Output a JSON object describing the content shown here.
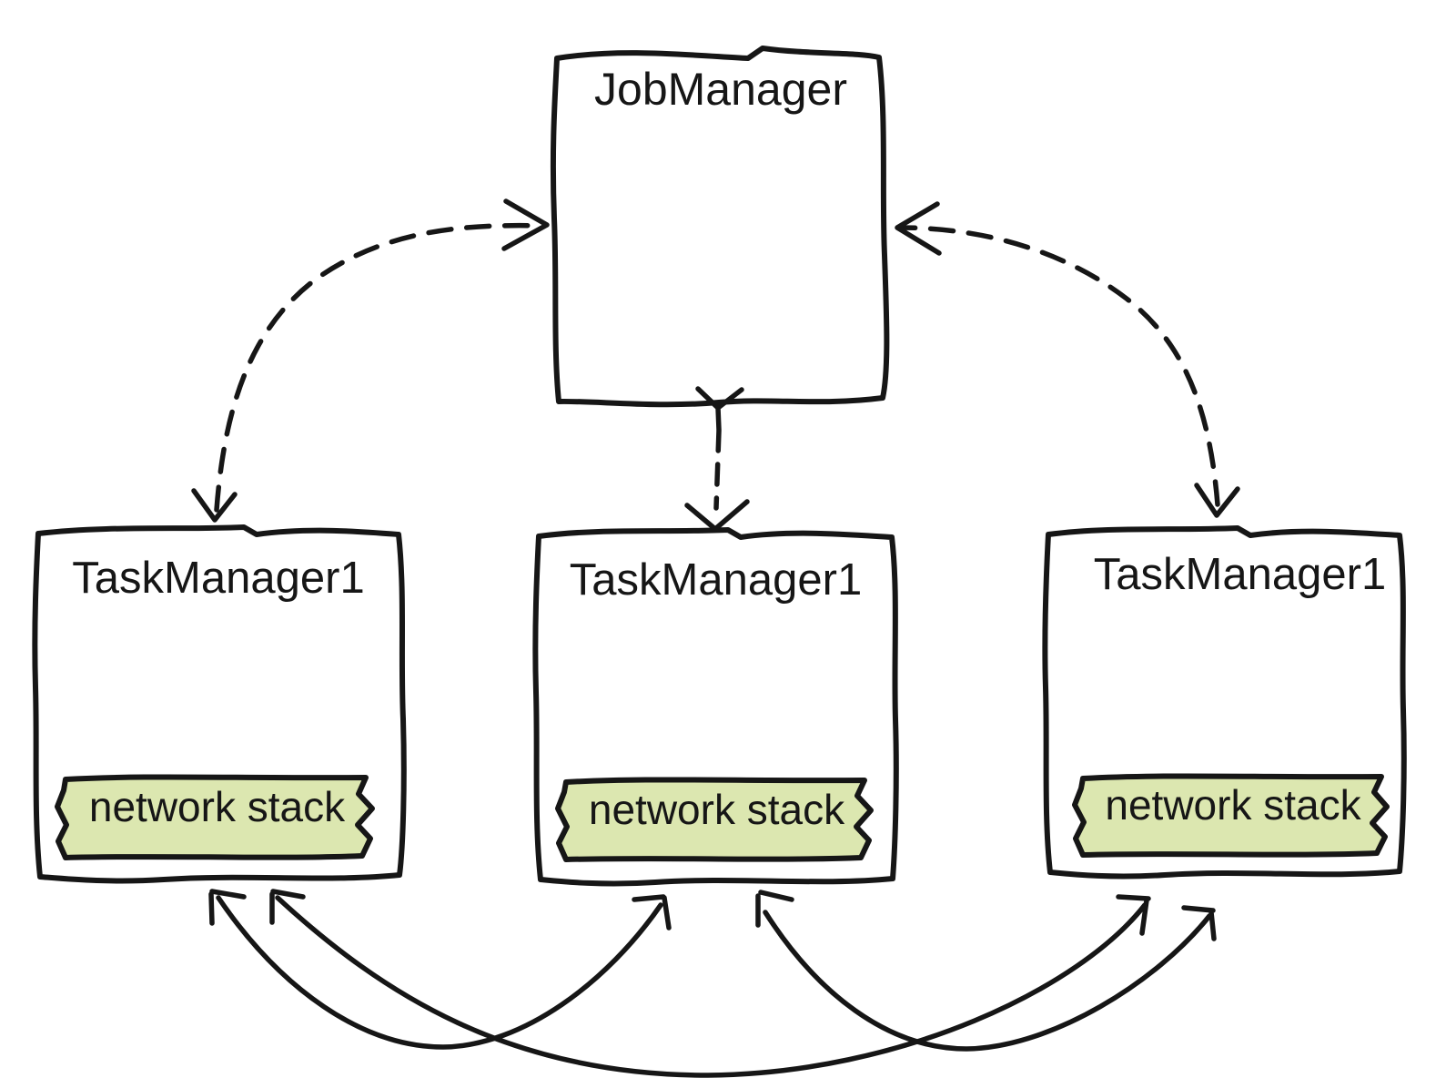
{
  "nodes": {
    "job_manager": {
      "label": "JobManager"
    },
    "task_managers": [
      {
        "label": "TaskManager1",
        "network_stack": "network stack"
      },
      {
        "label": "TaskManager1",
        "network_stack": "network stack"
      },
      {
        "label": "TaskManager1",
        "network_stack": "network stack"
      }
    ]
  },
  "edges": [
    {
      "from": "JobManager",
      "to": "TaskManager1-left",
      "style": "dashed",
      "direction": "bidirectional"
    },
    {
      "from": "JobManager",
      "to": "TaskManager1-middle",
      "style": "dashed",
      "direction": "bidirectional"
    },
    {
      "from": "JobManager",
      "to": "TaskManager1-right",
      "style": "dashed",
      "direction": "bidirectional"
    },
    {
      "from": "network-stack-left",
      "to": "network-stack-middle",
      "style": "solid",
      "direction": "bidirectional"
    },
    {
      "from": "network-stack-left",
      "to": "network-stack-right",
      "style": "solid",
      "direction": "bidirectional"
    },
    {
      "from": "network-stack-middle",
      "to": "network-stack-right",
      "style": "solid",
      "direction": "bidirectional"
    }
  ],
  "colors": {
    "ink": "#161616",
    "network_stack_fill": "#dce7b0",
    "background": "#ffffff"
  }
}
